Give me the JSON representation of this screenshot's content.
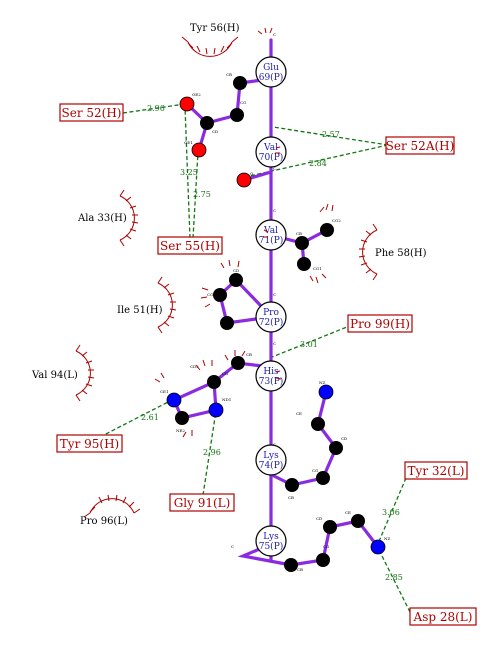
{
  "ligand_residues": [
    {
      "label": "Glu",
      "num": "69(P)"
    },
    {
      "label": "Val",
      "num": "70(P)"
    },
    {
      "label": "Val",
      "num": "71(P)"
    },
    {
      "label": "Pro",
      "num": "72(P)"
    },
    {
      "label": "His",
      "num": "73(P)"
    },
    {
      "label": "Lys",
      "num": "74(P)"
    },
    {
      "label": "Lys",
      "num": "75(P)"
    }
  ],
  "hbond_partners": [
    "Ser 52(H)",
    "Ser 52A(H)",
    "Ser 55(H)",
    "Pro 99(H)",
    "Tyr 95(H)",
    "Gly 91(L)",
    "Tyr 32(L)",
    "Asp 28(L)"
  ],
  "hydrophobic_partners": [
    "Tyr 56(H)",
    "Ala 33(H)",
    "Phe 58(H)",
    "Ile 51(H)",
    "Val 94(L)",
    "Pro 96(L)"
  ],
  "distances": [
    "2.96",
    "2.57",
    "2.84",
    "3.25",
    "2.75",
    "3.01",
    "2.61",
    "2.96",
    "3.06",
    "2.85"
  ],
  "atom_labels": {
    "top_c": "C",
    "glu_cb": "CB",
    "glu_cg": "CG",
    "glu_cd": "CD",
    "glu_oe2": "OE2",
    "glu_oe1": "OE1",
    "val70_c": "C",
    "val70_o": "O",
    "val71_c": "C",
    "val71_cb": "CB",
    "val71_cg2": "CG2",
    "val71_cg1": "CG1",
    "pro_cd": "CD",
    "pro_cg": "CG",
    "pro_c": "C",
    "his_cb": "CB",
    "his_cg": "CG",
    "his_cd2": "CD2",
    "his_ce1": "CE1",
    "his_ne2": "NE2",
    "his_nd1": "ND1",
    "his_c": "C",
    "lys74_cb": "CB",
    "lys74_cg": "CG",
    "lys74_cd": "CD",
    "lys74_ce": "CE",
    "lys74_nz": "NZ",
    "lys74_c": "C",
    "lys75_c": "C",
    "lys75_cb": "CB",
    "lys75_cg": "CG",
    "lys75_cd": "CD",
    "lys75_ce": "CE",
    "lys75_nz": "NZ"
  },
  "colors": {
    "bond": "#8a2be2",
    "hbond": "#117711",
    "carbon": "#000000",
    "oxygen": "#ff0000",
    "nitrogen": "#0000ff",
    "partner_box": "#b00000",
    "residue_label": "#1a1ab0"
  }
}
